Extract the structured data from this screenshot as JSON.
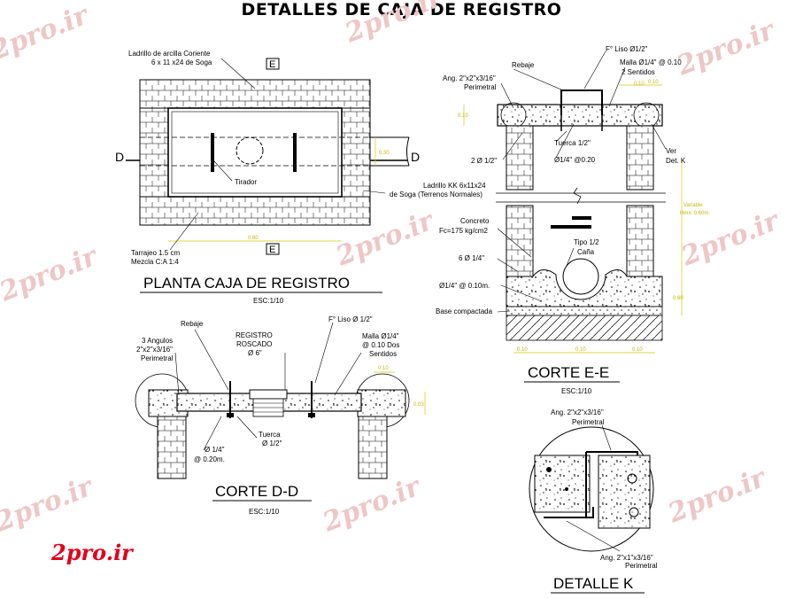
{
  "title": "DETALLES DE CAJA DE REGISTRO",
  "watermark": {
    "text": "2pro.ir",
    "logo_text": "2pro.ir",
    "color": "#e6a7a7",
    "logo_color": "#e4001b"
  },
  "colors": {
    "line": "#000000",
    "dim": "#d8c800",
    "background": "#ffffff"
  },
  "planta": {
    "title": "PLANTA CAJA DE REGISTRO",
    "scale": "ESC:1/10",
    "brick_label_1": "Ladrillo de arcilla Coriente",
    "brick_label_2": "6 x 11 x24 de Soga",
    "tirador": "Tirador",
    "ladrillo_1": "Ladrillo  KK 6x11x24",
    "ladrillo_2": "de Soga (Terrenos Normales)",
    "tarrajeo_1": "Tarrajeo 1.5 cm",
    "tarrajeo_2": "Mezcla C:A 1:4",
    "cut_d": "D",
    "cut_e": "E",
    "dim_w": "0.80",
    "dim_h": "0.30"
  },
  "corte_dd": {
    "title": "CORTE D-D",
    "scale": "ESC:1/10",
    "rebaje": "Rebaje",
    "angulos_1": "3 Angulos",
    "angulos_2": "2\"x2\"x3/16\"",
    "angulos_3": "Perimetral",
    "registro_1": "REGISTRO",
    "registro_2": "ROSCADO",
    "registro_3": "Ø 6\"",
    "fliso": "F° Liso Ø 1/2\"",
    "malla_1": "Malla Ø1/4\"",
    "malla_2": "@ 0.10 Dos",
    "malla_3": "Sentidos",
    "tuerca_1": "Tuerca",
    "tuerca_2": "Ø 1/2\"",
    "barra_1": "Ø 1/4\"",
    "barra_2": "@ 0.20m.",
    "dim_top": "0.10",
    "dim_side": "0.03"
  },
  "corte_ee": {
    "title": "CORTE E-E",
    "scale": "ESC:1/10",
    "fliso": "F° Liso Ø1/2\"",
    "rebaje": "Rebaje",
    "malla_1": "Malla Ø1/4\" @ 0.10",
    "malla_2": "2 Sentidos",
    "ang_1": "Ang. 2\"x2\"x3/16\"",
    "ang_2": "Perimetral",
    "dos": "2 Ø 1/2\"",
    "tuerca": "Tuerca 1/2\"",
    "barra": "Ø1/4\" @0.20",
    "ver_1": "Ver",
    "ver_2": "Det. K",
    "ladrillo_1": "Ladrillo  KK 6x11x24",
    "ladrillo_2": "de Soga (Terrenos Normales)",
    "concreto_1": "Concreto",
    "concreto_2": "Fc=175 kg/cm2",
    "tipo_1": "Tipo 1/2",
    "tipo_2": "Caña",
    "seis": "6 Ø 1/4\"",
    "malla_base": "Ø1/4\" @ 0.10m.",
    "base": "Base compactada",
    "variable_1": "Variable",
    "variable_2": "Hmx. 0.60m.",
    "dim_a": "0.10",
    "dim_b": "0.10",
    "dim_c": "0.10",
    "dim_d": "0.10",
    "dim_e": "0.60",
    "dim_f": "0.10",
    "dim_g": "0.10"
  },
  "detalle_k": {
    "title": "DETALLE K",
    "ang_top_1": "Ang. 2\"x2\"x3/16\"",
    "ang_top_2": "Perimetral",
    "ang_bot_1": "Ang. 2\"x1\"x3/16\"",
    "ang_bot_2": "Perimetral"
  }
}
